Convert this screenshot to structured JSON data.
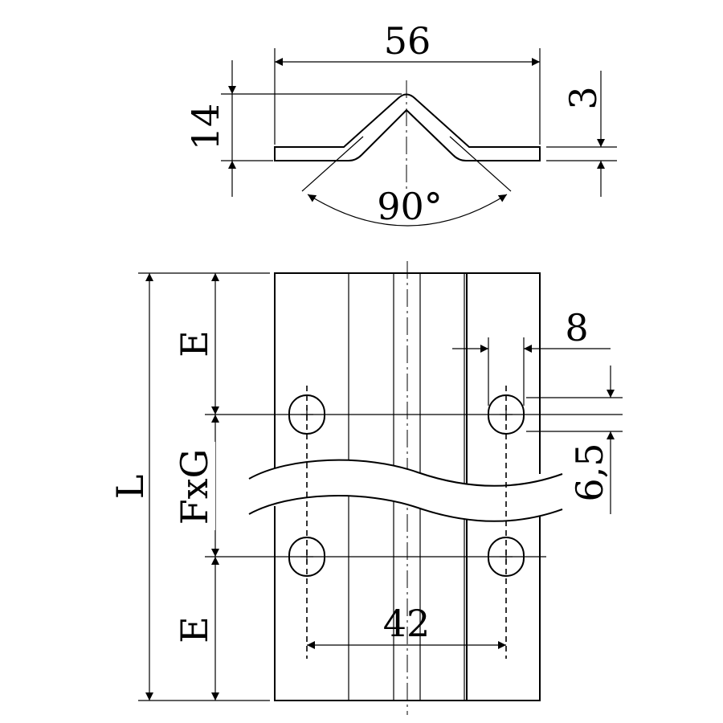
{
  "dimensions": {
    "width_top": "56",
    "height_top": "14",
    "thickness": "3",
    "angle": "90°",
    "end_top": "E",
    "pitch": "FxG",
    "end_bottom": "E",
    "length": "L",
    "hole_spacing": "42",
    "hole_offset": "8",
    "slot_length": "6,5"
  },
  "colors": {
    "line": "#000000",
    "background": "#ffffff"
  }
}
